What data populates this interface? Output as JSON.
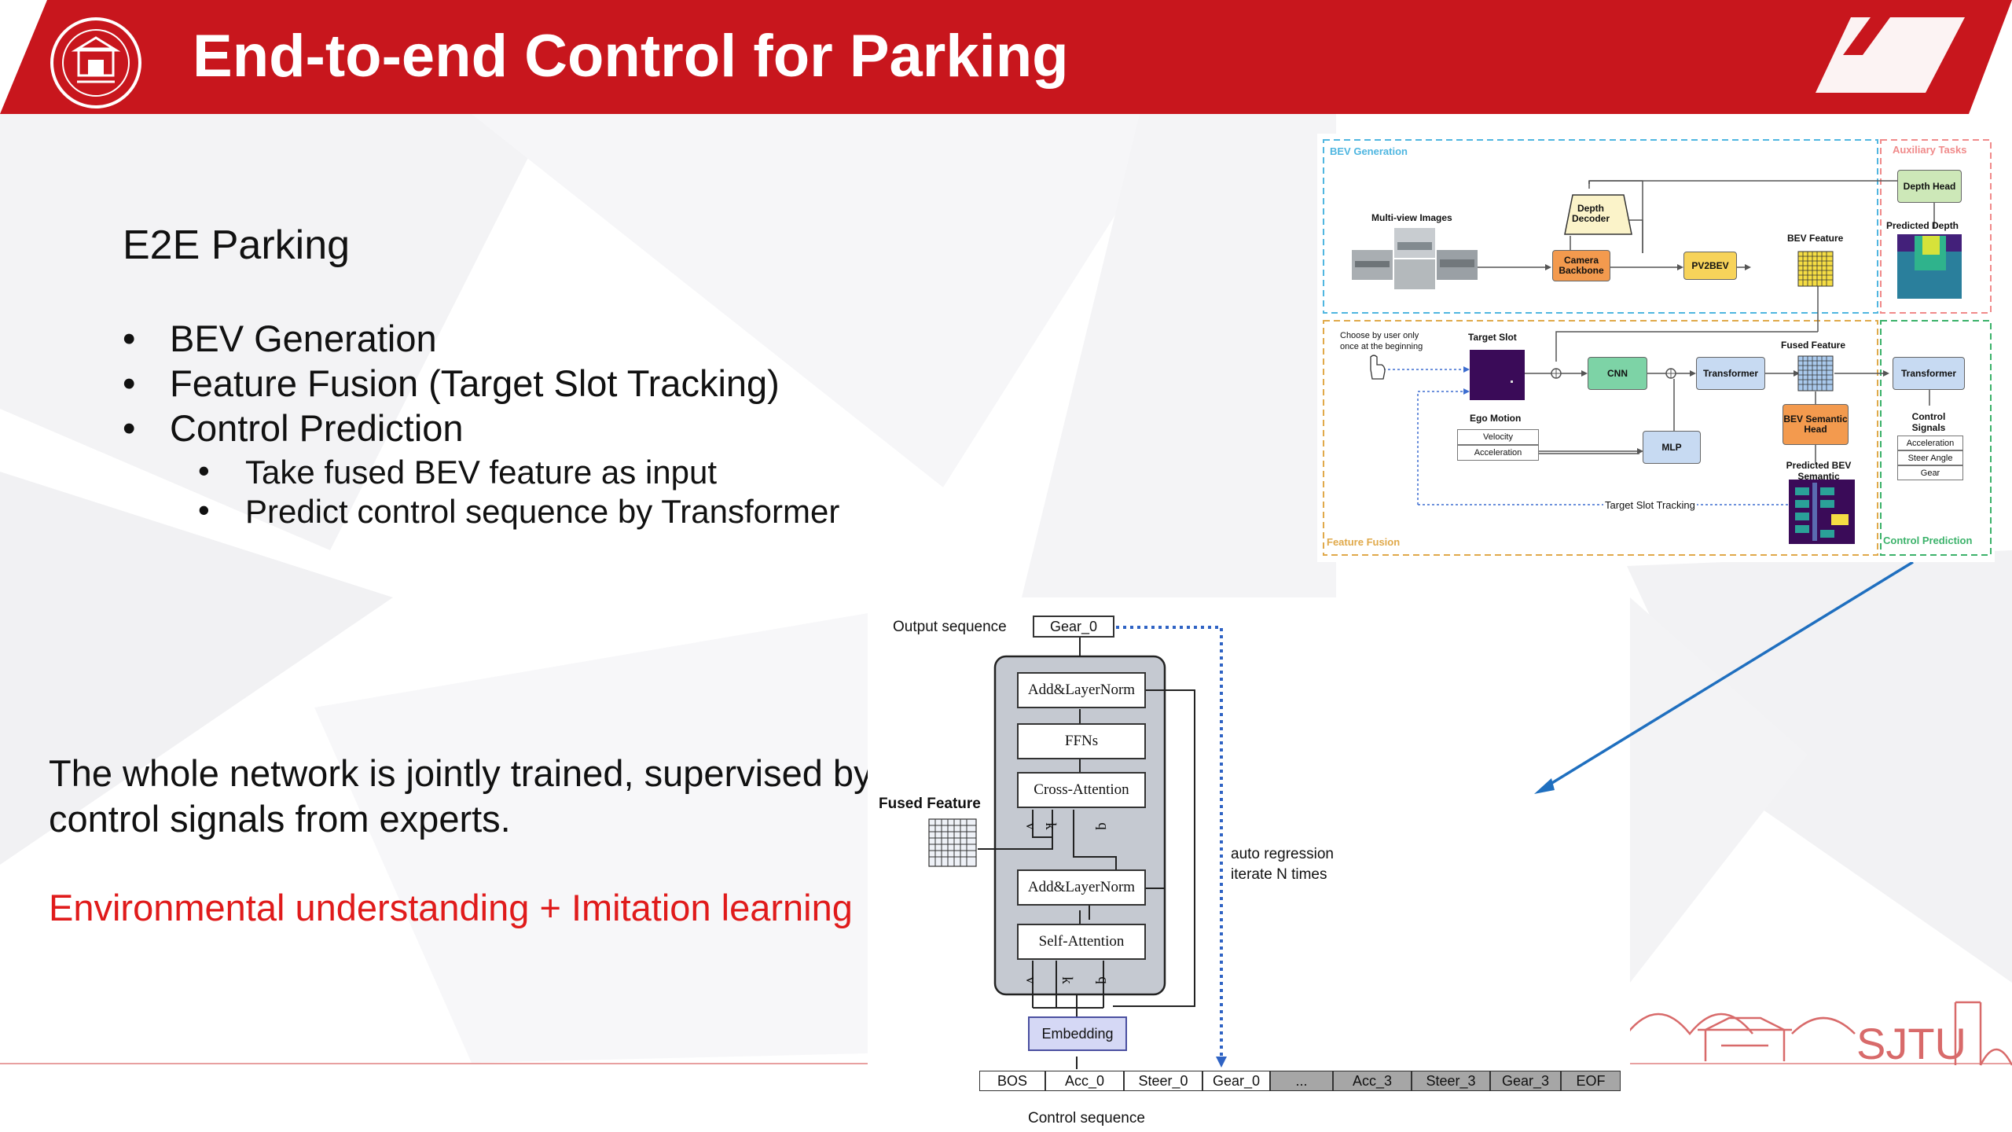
{
  "header": {
    "title": "End-to-end Control for Parking",
    "colors": {
      "header_red": "#c8161d",
      "white": "#ffffff"
    }
  },
  "left": {
    "heading": "E2E Parking",
    "bullets": [
      "BEV Generation",
      "Feature Fusion (Target Slot Tracking)",
      "Control Prediction"
    ],
    "sub_bullets": [
      "Take fused BEV feature as input",
      "Predict control sequence by Transformer"
    ],
    "joint_text": "The whole network is jointly trained, supervised by control signals from experts.",
    "highlight_text": "Environmental understanding + Imitation learning",
    "highlight_color": "#e01b1b"
  },
  "decoder": {
    "output_sequence_label": "Output sequence",
    "output_token": "Gear_0",
    "blocks": [
      "Add&LayerNorm",
      "FFNs",
      "Cross-Attention",
      "Add&LayerNorm",
      "Self-Attention"
    ],
    "fused_feature_label": "Fused Feature",
    "embedding_label": "Embedding",
    "auto_regression_line1": "auto regression",
    "auto_regression_line2": "iterate N times",
    "vkq": [
      "v",
      "k",
      "q"
    ],
    "control_sequence_label": "Control sequence",
    "sequence": [
      "BOS",
      "Acc_0",
      "Steer_0",
      "Gear_0",
      "...",
      "Acc_3",
      "Steer_3",
      "Gear_3",
      "EOF"
    ]
  },
  "arch": {
    "bev_generation": "BEV Generation",
    "auxiliary_tasks": "Auxiliary Tasks",
    "feature_fusion": "Feature Fusion",
    "control_prediction": "Control Prediction",
    "multi_view_images": "Multi-view Images",
    "depth_decoder": "Depth Decoder",
    "camera_backbone": "Camera Backbone",
    "pv2bev": "PV2BEV",
    "bev_feature": "BEV Feature",
    "depth_head": "Depth Head",
    "predicted_depth": "Predicted Depth",
    "choose_line1": "Choose by user only",
    "choose_line2": "once at the beginning",
    "target_slot": "Target Slot",
    "cnn": "CNN",
    "transformer": "Transformer",
    "fused_feature": "Fused Feature",
    "control_transformer": "Transformer",
    "ego_motion": "Ego Motion",
    "velocity": "Velocity",
    "acceleration": "Acceleration",
    "mlp": "MLP",
    "bev_semantic_head": "BEV Semantic Head",
    "predicted_bev_semantic": "Predicted BEV Semantic",
    "target_slot_tracking": "Target Slot Tracking",
    "control_signals": "Control Signals",
    "control_signal_items": [
      "Acceleration",
      "Steer Angle",
      "Gear"
    ]
  },
  "footer": {
    "logo_text": "SJTU"
  }
}
